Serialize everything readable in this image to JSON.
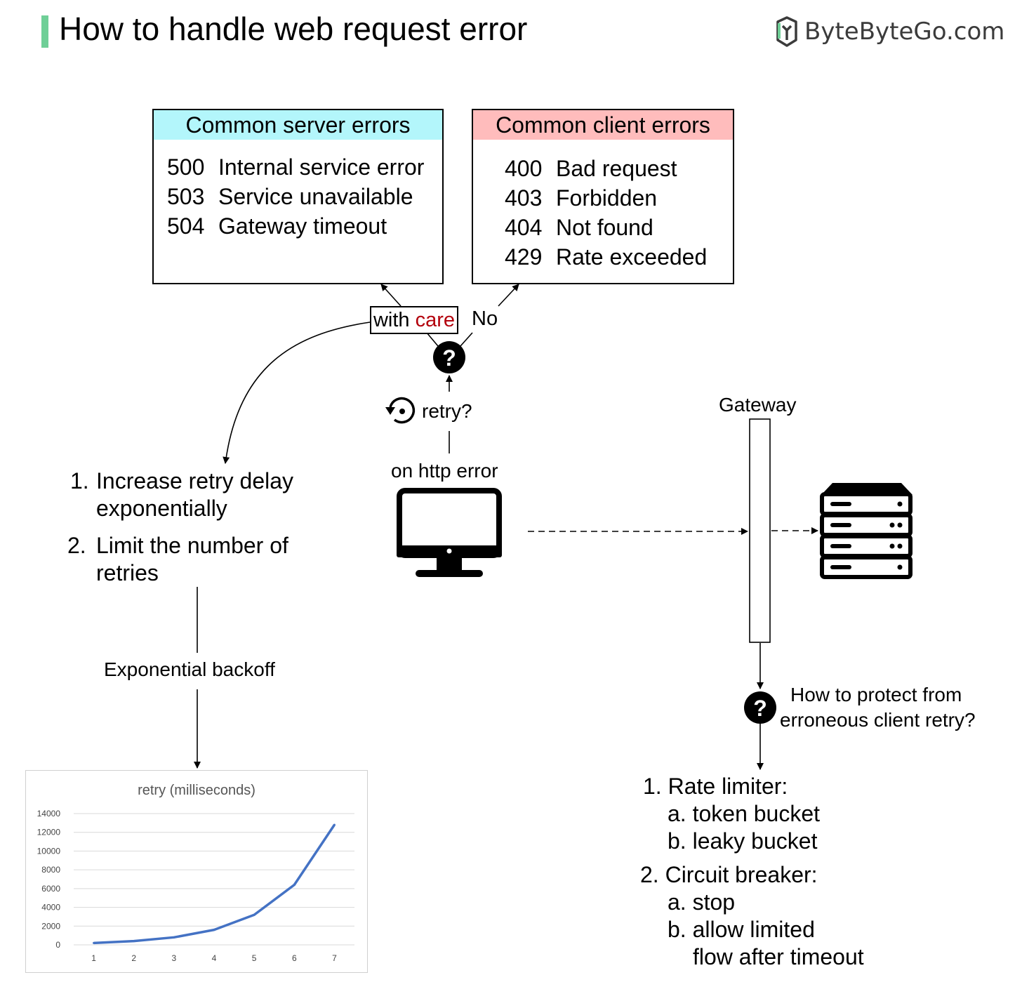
{
  "title": "How to handle web request error",
  "brand": {
    "name": "ByteByteGo.com",
    "icon": "bytebytego-logo-icon"
  },
  "colors": {
    "accent_bar": "#6fcf97",
    "server_header": "#b3f6fb",
    "client_header": "#ffbcbc",
    "care_red": "#b3000c",
    "chart_line": "#4472c4"
  },
  "server_errors": {
    "header": "Common server errors",
    "items": [
      {
        "code": "500",
        "text": "Internal service error"
      },
      {
        "code": "503",
        "text": "Service unavailable"
      },
      {
        "code": "504",
        "text": "Gateway timeout"
      }
    ]
  },
  "client_errors": {
    "header": "Common client errors",
    "items": [
      {
        "code": "400",
        "text": "Bad request"
      },
      {
        "code": "403",
        "text": "Forbidden"
      },
      {
        "code": "404",
        "text": "Not found"
      },
      {
        "code": "429",
        "text": "Rate exceeded"
      }
    ]
  },
  "decision": {
    "with": "with ",
    "care": "care",
    "no": "No",
    "retry": "retry?",
    "trigger": "on http error"
  },
  "strategies": {
    "item1_num": "1.",
    "item1_line1": "Increase retry delay",
    "item1_line2": "exponentially",
    "item2_num": "2.",
    "item2_line1": "Limit the number of",
    "item2_line2": "retries"
  },
  "backoff_label": "Exponential backoff",
  "gateway_label": "Gateway",
  "protect_question": {
    "line1": "How to protect from",
    "line2": "erroneous client retry?"
  },
  "protection": {
    "item1": "1. Rate limiter:",
    "item1a": "a. token bucket",
    "item1b": "b. leaky bucket",
    "item2": "2. Circuit breaker:",
    "item2a": "a. stop",
    "item2b_line1": "b. allow limited",
    "item2b_line2": "flow after timeout"
  },
  "chart_data": {
    "type": "line",
    "title": "retry (milliseconds)",
    "categories": [
      "1",
      "2",
      "3",
      "4",
      "5",
      "6",
      "7"
    ],
    "values": [
      200,
      400,
      800,
      1600,
      3200,
      6400,
      12800
    ],
    "y_ticks": [
      "0",
      "2000",
      "4000",
      "6000",
      "8000",
      "10000",
      "12000",
      "14000"
    ],
    "ylim": [
      0,
      14000
    ],
    "grid": true,
    "legend": "none"
  }
}
